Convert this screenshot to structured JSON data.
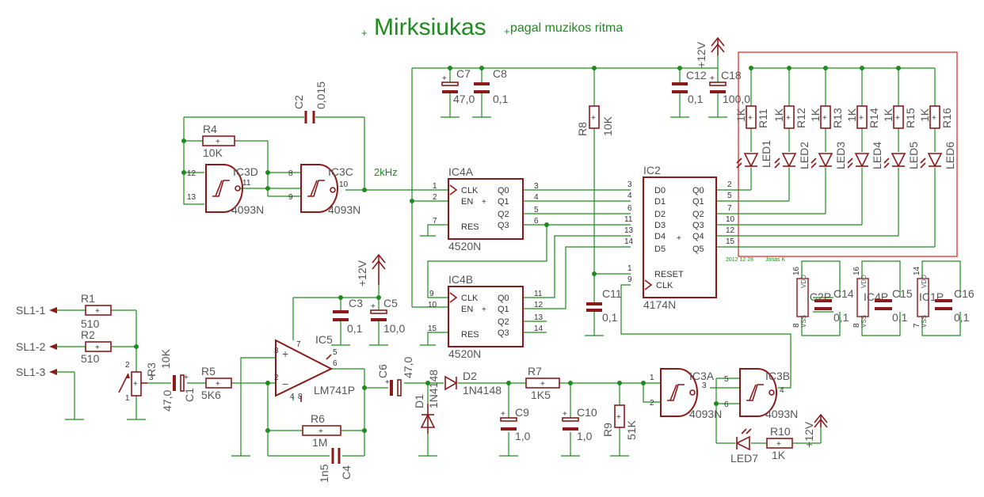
{
  "title": "Mirksiukas",
  "subtitle": "pagal muzikos ritma",
  "net_2khz": "2kHz",
  "supply": "+12V",
  "note_date": "2012 12 28",
  "note_author": "Jonas K",
  "connectors": [
    "SL1-1",
    "SL1-2",
    "SL1-3"
  ],
  "resistors": {
    "R1": {
      "name": "R1",
      "value": "510"
    },
    "R2": {
      "name": "R2",
      "value": "510"
    },
    "R3": {
      "name": "R3",
      "value": "10K"
    },
    "R4": {
      "name": "R4",
      "value": "10K"
    },
    "R5": {
      "name": "R5",
      "value": "5K6"
    },
    "R6": {
      "name": "R6",
      "value": "1M"
    },
    "R7": {
      "name": "R7",
      "value": "1K5"
    },
    "R8": {
      "name": "R8",
      "value": "10K"
    },
    "R9": {
      "name": "R9",
      "value": "51K"
    },
    "R10": {
      "name": "R10",
      "value": "1K"
    },
    "R11": {
      "name": "R11",
      "value": "1K"
    },
    "R12": {
      "name": "R12",
      "value": "1K"
    },
    "R13": {
      "name": "R13",
      "value": "1K"
    },
    "R14": {
      "name": "R14",
      "value": "1K"
    },
    "R15": {
      "name": "R15",
      "value": "1K"
    },
    "R16": {
      "name": "R16",
      "value": "1K"
    }
  },
  "capacitors": {
    "C1": {
      "name": "C1",
      "value": "47,0"
    },
    "C2": {
      "name": "C2",
      "value": "0,015"
    },
    "C3": {
      "name": "C3",
      "value": "0,1"
    },
    "C4": {
      "name": "C4",
      "value": "1n5"
    },
    "C5": {
      "name": "C5",
      "value": "10,0"
    },
    "C6": {
      "name": "C6",
      "value": "47,0"
    },
    "C7": {
      "name": "C7",
      "value": "47,0"
    },
    "C8": {
      "name": "C8",
      "value": "0,1"
    },
    "C9": {
      "name": "C9",
      "value": "1,0"
    },
    "C10": {
      "name": "C10",
      "value": "1,0"
    },
    "C11": {
      "name": "C11",
      "value": "0,1"
    },
    "C12": {
      "name": "C12",
      "value": "0,1"
    },
    "C14": {
      "name": "C14",
      "value": "0,1"
    },
    "C15": {
      "name": "C15",
      "value": "0,1"
    },
    "C16": {
      "name": "C16",
      "value": "0,1"
    },
    "C18": {
      "name": "C18",
      "value": "100,0"
    }
  },
  "diodes": {
    "D1": {
      "name": "D1",
      "value": "1N4148"
    },
    "D2": {
      "name": "D2",
      "value": "1N4148"
    }
  },
  "leds": [
    "LED1",
    "LED2",
    "LED3",
    "LED4",
    "LED5",
    "LED6",
    "LED7"
  ],
  "ics": {
    "IC2": {
      "name": "IC2",
      "part": "4174N",
      "pins_left": [
        "D0",
        "D1",
        "D2",
        "D3",
        "D4",
        "D5"
      ],
      "pins_right": [
        "Q0",
        "Q1",
        "Q2",
        "Q3",
        "Q4",
        "Q5"
      ],
      "reset": "RESET",
      "clk": "CLK"
    },
    "IC4A": {
      "name": "IC4A",
      "part": "4520N",
      "pins_left": [
        "CLK",
        "EN",
        "RES"
      ],
      "pins_right": [
        "Q0",
        "Q1",
        "Q2",
        "Q3"
      ]
    },
    "IC4B": {
      "name": "IC4B",
      "part": "4520N",
      "pins_left": [
        "CLK",
        "EN",
        "RES"
      ],
      "pins_right": [
        "Q0",
        "Q1",
        "Q2",
        "Q3"
      ]
    },
    "IC3A": {
      "name": "IC3A",
      "part": "4093N"
    },
    "IC3B": {
      "name": "IC3B",
      "part": "4093N"
    },
    "IC3C": {
      "name": "IC3C",
      "part": "4093N"
    },
    "IC3D": {
      "name": "IC3D",
      "part": "4093N"
    },
    "IC5": {
      "name": "IC5",
      "part": "LM741P"
    },
    "IC1P": {
      "name": "IC1P"
    },
    "IC2P": {
      "name": "IC2P"
    },
    "IC4P": {
      "name": "IC4P"
    },
    "vdd": "VDD",
    "vss": "VSS"
  }
}
